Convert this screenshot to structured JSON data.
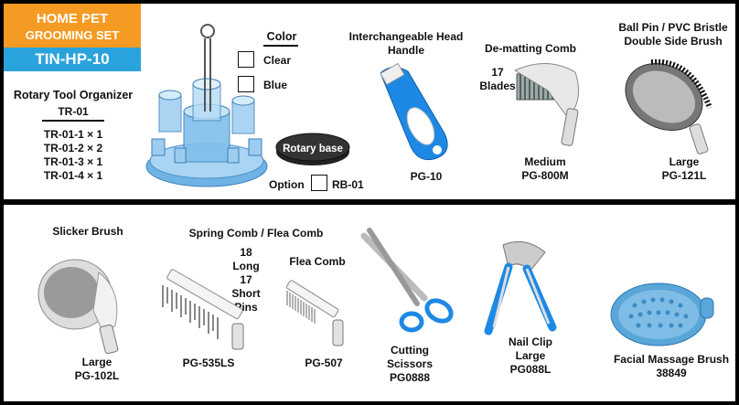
{
  "header": {
    "title": "HOME PET",
    "subtitle": "GROOMING SET",
    "code": "TIN-HP-10"
  },
  "organizer": {
    "title": "Rotary Tool Organizer",
    "code": "TR-01",
    "items": [
      "TR-01-1 × 1",
      "TR-01-2 × 2",
      "TR-01-3 × 1",
      "TR-01-4 × 1"
    ]
  },
  "color_options": {
    "heading": "Color",
    "options": [
      "Clear",
      "Blue"
    ]
  },
  "rotary_base": {
    "label": "Rotary base",
    "option_label": "Option",
    "code": "RB-01"
  },
  "products": {
    "handle": {
      "name_line1": "Interchangeable Head",
      "name_line2": "Handle",
      "code": "PG-10"
    },
    "dematting": {
      "name": "De-matting Comb",
      "blades_line1": "17",
      "blades_line2": "Blades",
      "size": "Medium",
      "code": "PG-800M"
    },
    "ballpin": {
      "name_line1": "Ball Pin / PVC Bristle",
      "name_line2": "Double Side Brush",
      "size": "Large",
      "code": "PG-121L"
    },
    "slicker": {
      "name": "Slicker Brush",
      "size": "Large",
      "code": "PG-102L"
    },
    "spring": {
      "name": "Spring Comb / Flea Comb",
      "pins": [
        "18",
        "Long",
        "17",
        "Short",
        "Pins"
      ],
      "code": "PG-535LS"
    },
    "flea": {
      "name": "Flea Comb",
      "code": "PG-507"
    },
    "scissors": {
      "name_line1": "Cutting",
      "name_line2": "Scissors",
      "code": "PG0888"
    },
    "nailclip": {
      "name": "Nail Clip",
      "size": "Large",
      "code": "PG088L"
    },
    "massage": {
      "name": "Facial Massage Brush",
      "code": "38849"
    }
  },
  "colors": {
    "orange": "#f59a23",
    "blue": "#2aa3dc",
    "tool_blue": "#1e88e5",
    "white": "#ffffff",
    "black": "#000000"
  }
}
